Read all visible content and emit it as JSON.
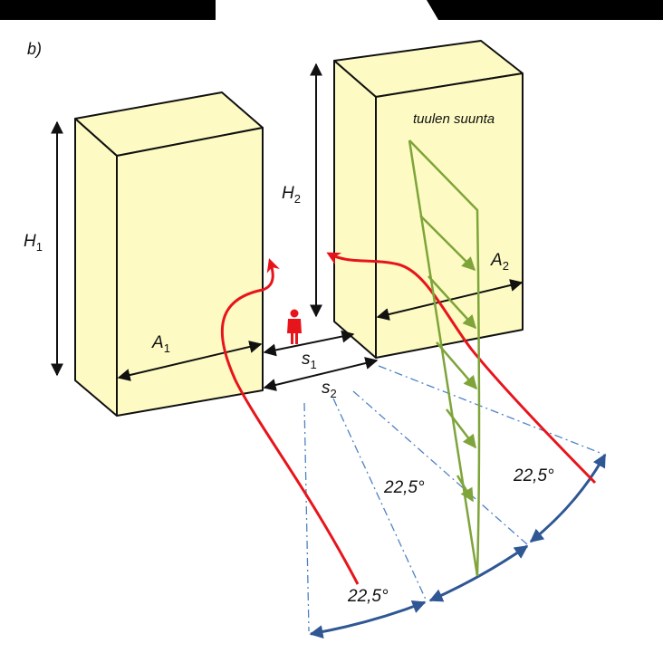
{
  "panel_label": "b)",
  "wind_label": "tuulen suunta",
  "dims": {
    "H1": {
      "main": "H",
      "sub": "1"
    },
    "H2": {
      "main": "H",
      "sub": "2"
    },
    "A1": {
      "main": "A",
      "sub": "1"
    },
    "A2": {
      "main": "A",
      "sub": "2"
    },
    "s1": {
      "main": "s",
      "sub": "1"
    },
    "s2": {
      "main": "s",
      "sub": "2"
    }
  },
  "angles": [
    "22,5°",
    "22,5°",
    "22,5°"
  ],
  "colors": {
    "building": "#fdfbc3",
    "outline": "#111111",
    "flow": "#e8141b",
    "wind_profile": "#7ea43a",
    "sector_line": "#4f82c4",
    "sector_arc": "#2f5794",
    "person": "#e8141b",
    "top_bar": "#000000"
  },
  "icons": [
    "person-icon"
  ]
}
